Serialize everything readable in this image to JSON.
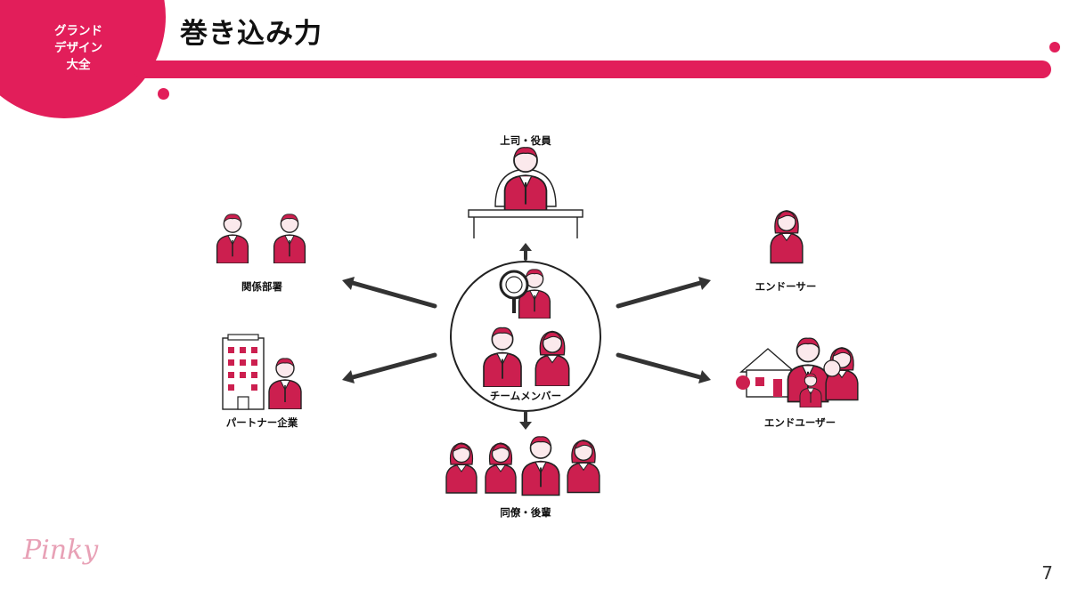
{
  "header": {
    "badge": "グランド\nデザイン\n大全",
    "title": "巻き込み力"
  },
  "diagram": {
    "center_label": "チームメンバー",
    "nodes": {
      "boss": "上司・役員",
      "departments": "関係部署",
      "partners": "パートナー企業",
      "endorser": "エンドーサー",
      "endusers": "エンドユーザー",
      "peers": "同僚・後輩"
    }
  },
  "footer": {
    "logo_text": "Pinky",
    "page_number": "7"
  },
  "colors": {
    "accent": "#e21e5a",
    "figure": "#cc1f4f",
    "arrow": "#333333"
  }
}
